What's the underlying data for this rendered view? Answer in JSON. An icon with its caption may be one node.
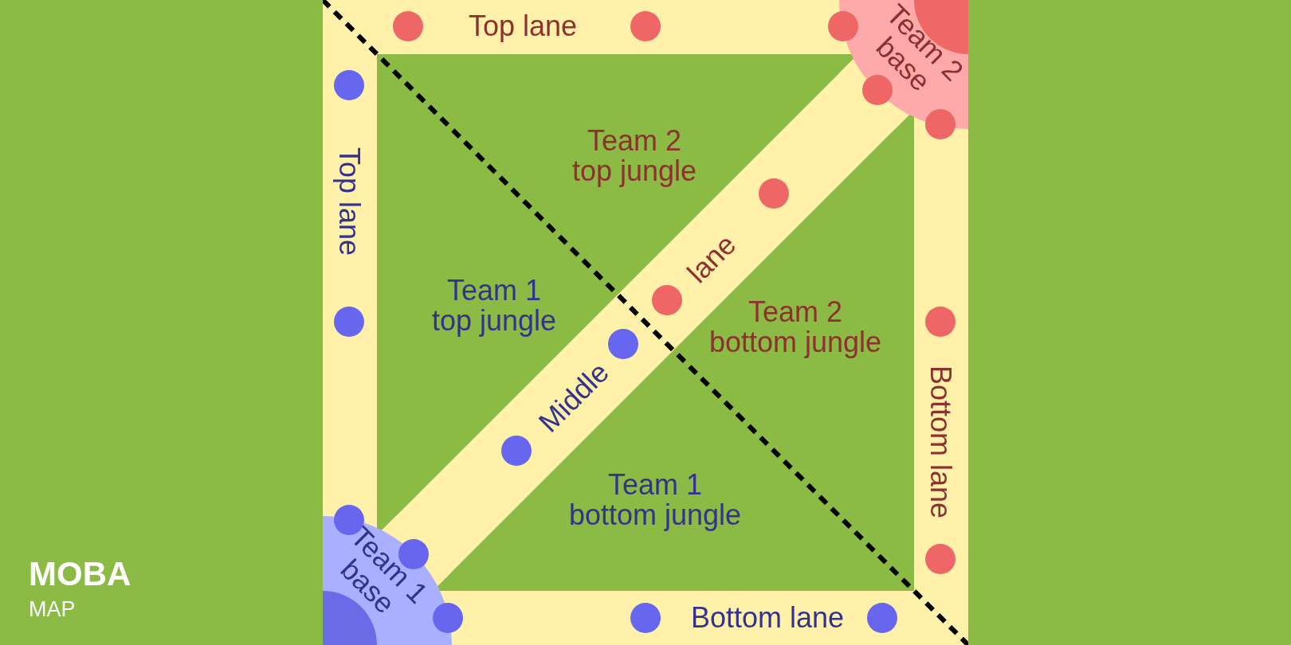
{
  "diagram": {
    "title": "MOBA",
    "caption": "MAP",
    "nodes": [
      {
        "text": [
          "Top lane"
        ]
      },
      {
        "text": [
          "Team 2 base"
        ]
      },
      {
        "text": [
          "Top lane"
        ]
      },
      {
        "text": [
          "Team 2 top jungle"
        ]
      },
      {
        "text": [
          "Team 1 top jungle"
        ]
      },
      {
        "text": [
          "Middle",
          "lane"
        ]
      },
      {
        "text": [
          "Team 2 bottom jungle"
        ]
      },
      {
        "text": [
          "Bottom lane"
        ]
      },
      {
        "text": [
          "Team 1 bottom jungle"
        ]
      },
      {
        "text": [
          "Team 1 base"
        ]
      },
      {
        "text": [
          "Bottom lane"
        ]
      }
    ],
    "edges": []
  }
}
